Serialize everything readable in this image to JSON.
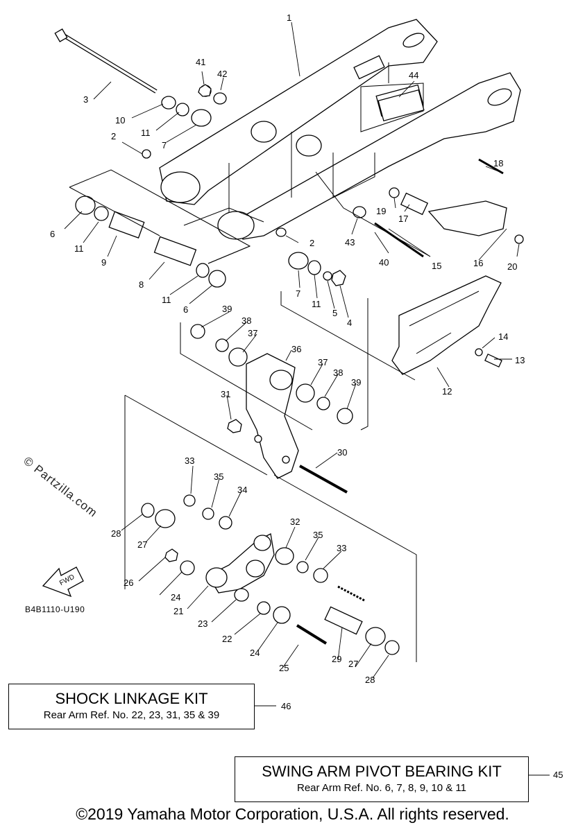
{
  "diagram": {
    "code": "B4B1110-U190",
    "fwd_label": "FWD",
    "watermark": "© Partzilla.com",
    "callouts": [
      "1",
      "2",
      "2",
      "3",
      "4",
      "5",
      "6",
      "6",
      "7",
      "7",
      "8",
      "9",
      "10",
      "11",
      "11",
      "11",
      "11",
      "12",
      "13",
      "14",
      "15",
      "16",
      "17",
      "18",
      "19",
      "20",
      "21",
      "22",
      "23",
      "24",
      "24",
      "25",
      "26",
      "27",
      "27",
      "28",
      "28",
      "29",
      "30",
      "31",
      "32",
      "33",
      "33",
      "34",
      "35",
      "35",
      "36",
      "37",
      "37",
      "38",
      "38",
      "39",
      "39",
      "40",
      "41",
      "42",
      "43",
      "44",
      "45",
      "46"
    ]
  },
  "kits": {
    "shock_linkage": {
      "title": "SHOCK LINKAGE KIT",
      "subtitle": "Rear Arm Ref. No. 22, 23, 31, 35 & 39",
      "ref": "46"
    },
    "swing_arm_pivot": {
      "title": "SWING ARM PIVOT BEARING KIT",
      "subtitle": "Rear Arm Ref. No. 6, 7, 8, 9, 10 & 11",
      "ref": "45"
    }
  },
  "footer": {
    "copyright": "©2019 Yamaha Motor Corporation, U.S.A. All rights reserved."
  }
}
